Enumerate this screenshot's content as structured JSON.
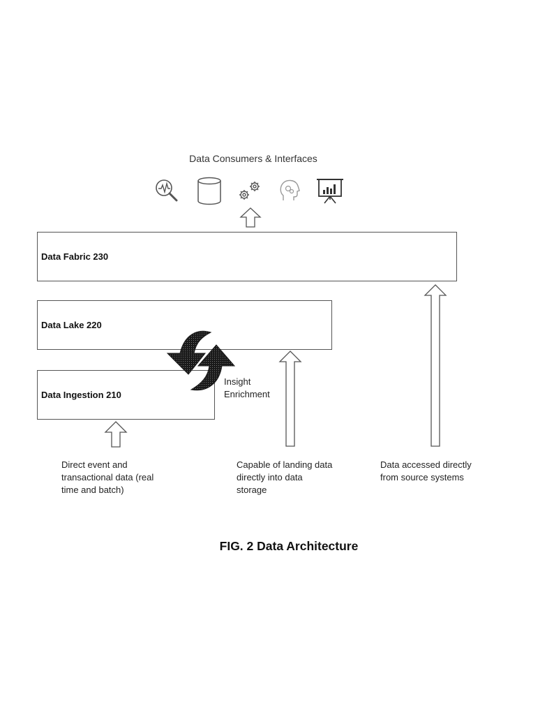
{
  "header": {
    "title": "Data Consumers & Interfaces"
  },
  "consumer_icons": [
    "analytics-search-icon",
    "database-icon",
    "gears-icon",
    "ai-head-icon",
    "presentation-chart-icon"
  ],
  "layers": {
    "fabric": {
      "label": "Data Fabric 230"
    },
    "lake": {
      "label": "Data Lake 220"
    },
    "ingestion": {
      "label": "Data Ingestion 210"
    }
  },
  "cycle": {
    "label": "Insight\nEnrichment"
  },
  "notes": {
    "direct_event": "Direct event and\ntransactional data (real\ntime and batch)",
    "landing": "Capable of landing data\ndirectly into data\nstorage",
    "source": "Data accessed directly\nfrom source systems"
  },
  "caption": "FIG. 2 Data Architecture",
  "colors": {
    "stroke": "#555555",
    "cycle_arrow": "#1a1a1a",
    "icon": "#555555"
  }
}
